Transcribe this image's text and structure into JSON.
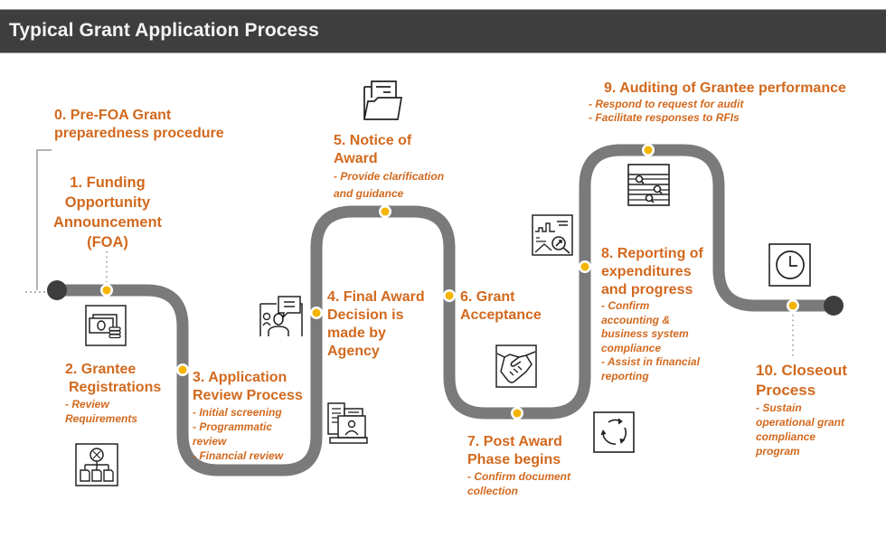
{
  "header": {
    "title": "Typical Grant Application Process"
  },
  "colors": {
    "accent_text": "#d2691e",
    "path": "#7a7a7a",
    "milestone_dot": "#f5b400",
    "endpoint": "#3d3d3d",
    "header_bg": "#3e3e3e",
    "header_text": "#f4f4f4"
  },
  "stages": [
    {
      "id": 0,
      "title_lines": [
        "0. Pre-FOA Grant",
        "preparedness procedure"
      ],
      "details": []
    },
    {
      "id": 1,
      "title_lines": [
        "1. Funding",
        "Opportunity",
        "Announcement",
        "(FOA)"
      ],
      "details": []
    },
    {
      "id": 2,
      "title_lines": [
        "2. Grantee",
        "Registrations"
      ],
      "details": [
        "- Review",
        "Requirements"
      ]
    },
    {
      "id": 3,
      "title_lines": [
        "3. Application",
        "Review Process"
      ],
      "details": [
        "- Initial screening",
        "- Programmatic",
        "review",
        "- Financial review"
      ]
    },
    {
      "id": 4,
      "title_lines": [
        "4. Final Award",
        "Decision is",
        "made by",
        "Agency"
      ],
      "details": []
    },
    {
      "id": 5,
      "title_lines": [
        "5. Notice of",
        "Award"
      ],
      "details": [
        "- Provide clarification",
        "and guidance"
      ]
    },
    {
      "id": 6,
      "title_lines": [
        "6. Grant",
        "Acceptance"
      ],
      "details": []
    },
    {
      "id": 7,
      "title_lines": [
        "7. Post Award",
        "Phase begins"
      ],
      "details": [
        "- Confirm document",
        "collection"
      ]
    },
    {
      "id": 8,
      "title_lines": [
        "8. Reporting of",
        "expenditures",
        "and progress"
      ],
      "details": [
        "- Confirm",
        "accounting &",
        "business system",
        "compliance",
        "- Assist in financial",
        "reporting"
      ]
    },
    {
      "id": 9,
      "title_lines": [
        "9. Auditing of Grantee performance"
      ],
      "details": [
        "- Respond to request for audit",
        "- Facilitate responses to RFIs"
      ]
    },
    {
      "id": 10,
      "title_lines": [
        "10. Closeout",
        "Process"
      ],
      "details": [
        "- Sustain",
        "operational grant",
        "compliance",
        "program"
      ]
    }
  ],
  "icons": [
    {
      "name": "money-icon",
      "stage": 2
    },
    {
      "name": "org-chart-documents-icon",
      "stage": 2
    },
    {
      "name": "presentation-meeting-icon",
      "stage": 3
    },
    {
      "name": "computer-dashboard-icon",
      "stage": 4
    },
    {
      "name": "folder-document-icon",
      "stage": 5
    },
    {
      "name": "handshake-icon",
      "stage": 6
    },
    {
      "name": "analytics-magnifier-icon",
      "stage": 8
    },
    {
      "name": "cycle-arrows-icon",
      "stage": 7
    },
    {
      "name": "slider-settings-icon",
      "stage": 9
    },
    {
      "name": "clock-icon",
      "stage": 10
    }
  ]
}
